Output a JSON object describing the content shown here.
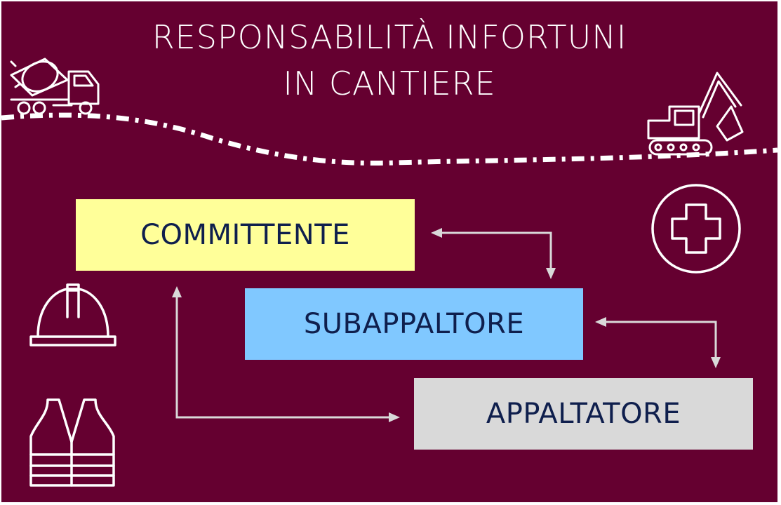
{
  "title": {
    "line1": "RESPONSABILITÀ INFORTUNI",
    "line2": "IN CANTIERE"
  },
  "boxes": {
    "committente": {
      "label": "COMMITTENTE",
      "fill": "#FFFF99",
      "text_color": "#0F1F4D"
    },
    "subappaltore": {
      "label": "SUBAPPALTORE",
      "fill": "#80C8FF",
      "text_color": "#0F1F4D"
    },
    "appaltatore": {
      "label": "APPALTATORE",
      "fill": "#D9D9D9",
      "text_color": "#0F1F4D"
    }
  },
  "colors": {
    "background": "#650030",
    "line": "#FFFFFF",
    "arrow": "#D9D9D9"
  },
  "icons": [
    "cement-mixer-truck-icon",
    "excavator-icon",
    "first-aid-cross-icon",
    "hard-hat-icon",
    "safety-vest-icon"
  ]
}
